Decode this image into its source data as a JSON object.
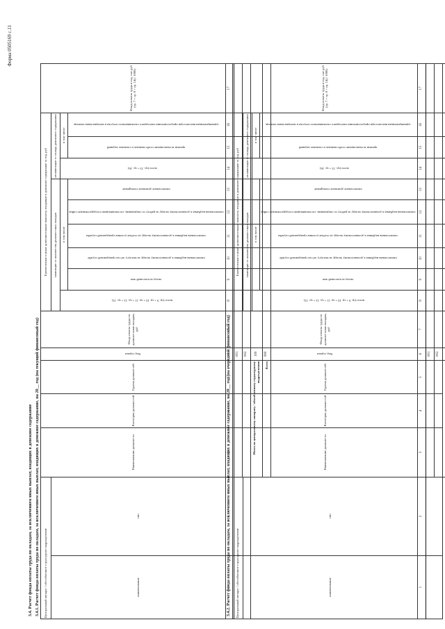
{
  "form_code": "Форма 0505169 с.11",
  "section_title": "3.4. Расчет фонда оплаты труда по окладам, за исключением иных выплат, входящих в денежное содержание",
  "sub1_title": "3.4.1. Расчет фонда оплаты труда по окладам, за исключением иных выплат, входящих в денежное содержание, на 20__ год (на текущий финансовый год)",
  "sub2_title": "3.4.2. Расчет фонда оплаты труда по окладам, за исключением иных выплат, входящих в денежное содержание, на 20__ год (на очередной финансовый год)",
  "headers": {
    "central_unit": "Центральный аппарат / обособленное структурное подразделение",
    "name": "наименование",
    "type": "тип",
    "position_name": "Наименование должности",
    "position_category": "Категория должностей",
    "position_group": "Группа должностей",
    "row_code": "Код строки",
    "fot_salary": "Фонд оплаты труда по должностным окладам, руб",
    "other_payments": "Ежемесячные и иные дополнительные выплаты, входящие в денежное содержание за год, руб",
    "depending_on_count": "зависящие от количества должностных окладов",
    "independent": "независящие от оклада денежного содержания",
    "total_8": "всего (гр. 9 + гр. 10 + гр. 11 + гр. 12 + гр. 13)",
    "incl": "в том числе",
    "col9": "оклад за классный чин",
    "col10": "ежемесячная надбавка к должностному окладу за выслугу лет на гражданской службе",
    "col11": "ежемесячная надбавка к должностному окладу за особые условия гражданской службы",
    "col12": "ежемесячная надбавка к должностному окладу за работу со сведениями, составляющими государственную тайну",
    "col13": "ежемесячное денежное поощрение",
    "total_14": "всего (гр. 15 + гр. 16)",
    "col15": "премии за выполнение особо важных и сложных заданий",
    "col16": "единовременная выплата при предоставлении ежегодного оплачиваемого отпуска и материальная помощь",
    "col17": "Фонд оплаты труда в год, тыс руб (гр. 7 + гр. 8 + гр. 14) / 1000)"
  },
  "col_numbers": [
    "1",
    "2",
    "3",
    "4",
    "5",
    "6",
    "7",
    "8",
    "9",
    "10",
    "11",
    "12",
    "13",
    "14",
    "15",
    "16",
    "17"
  ],
  "rows": {
    "code1": "001",
    "code2": "002",
    "itogo_label": "Итого по центральному аппарату / обособленному структурному подразделению",
    "itogo_code": "100",
    "vsego_label": "Всего",
    "vsego_code": "900"
  }
}
